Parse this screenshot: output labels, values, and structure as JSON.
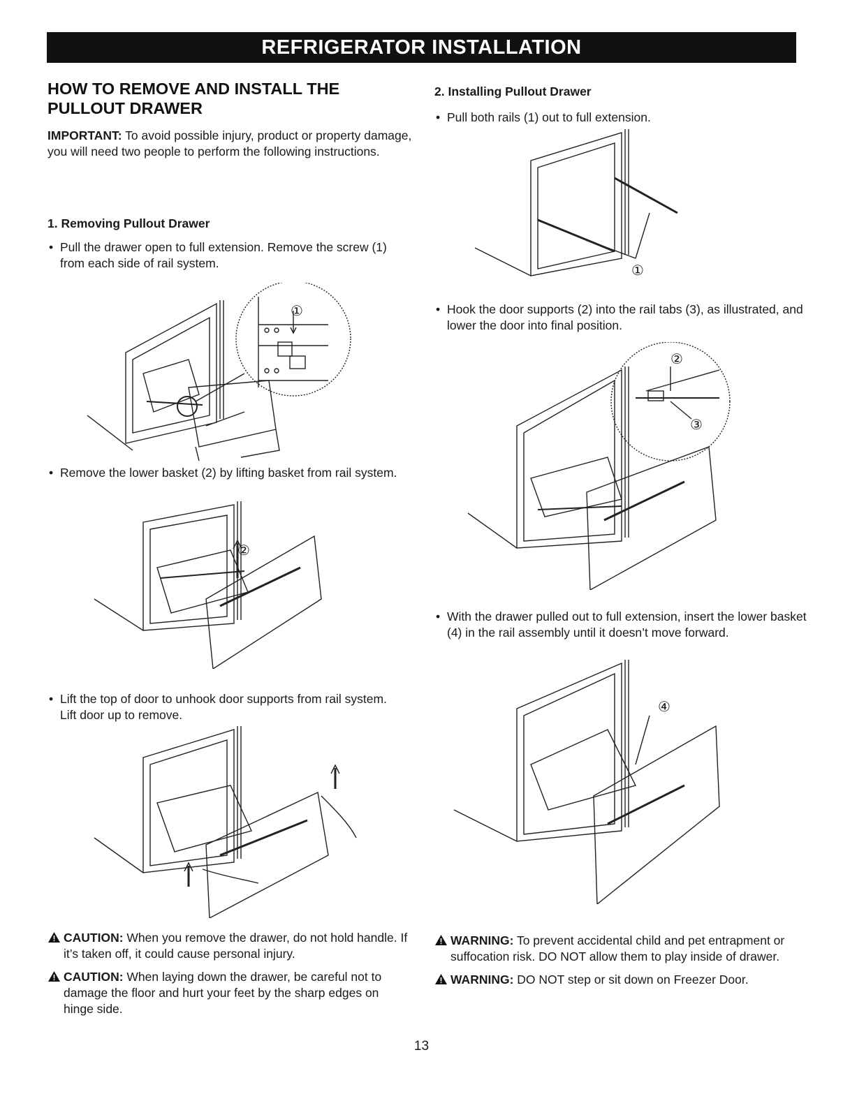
{
  "header": {
    "banner": "REFRIGERATOR INSTALLATION"
  },
  "left": {
    "section_title": "HOW TO REMOVE AND INSTALL THE PULLOUT DRAWER",
    "important_label": "IMPORTANT:",
    "important_text": " To avoid possible injury, product or property damage, you will need two people to perform the following instructions.",
    "step1_title": "1. Removing Pullout Drawer",
    "step1_bullets": [
      "Pull the drawer open to full extension. Remove the screw (1) from each side of rail system.",
      "Remove the lower basket (2) by lifting basket from rail system.",
      "Lift the top of door to unhook door supports from rail system. Lift door up to remove."
    ],
    "figure_callouts": [
      "①",
      "②"
    ]
  },
  "right": {
    "step2_title": "2. Installing Pullout Drawer",
    "step2_bullets": [
      "Pull both rails (1) out to full extension.",
      "Hook the door supports (2) into the rail tabs (3), as illustrated, and lower the door into final position.",
      "With the drawer pulled out to full extension, insert the lower basket (4) in the rail assembly until it doesn’t move forward."
    ],
    "figure_callouts": [
      "①",
      "②",
      "③",
      "④"
    ]
  },
  "cautions": [
    {
      "label": "CAUTION:",
      "text": " When you remove the drawer, do not hold handle. If it’s taken off, it could cause personal injury."
    },
    {
      "label": "CAUTION:",
      "text": " When laying down the drawer, be careful not to damage the floor and hurt your feet by the sharp edges on hinge side."
    }
  ],
  "warnings": [
    {
      "label": "WARNING:",
      "text": " To prevent accidental child and pet entrapment or suffocation risk. DO NOT allow them to play inside of drawer."
    },
    {
      "label": "WARNING:",
      "text": " DO NOT step or sit down on Freezer Door."
    }
  ],
  "footer": {
    "page_number": "13"
  }
}
